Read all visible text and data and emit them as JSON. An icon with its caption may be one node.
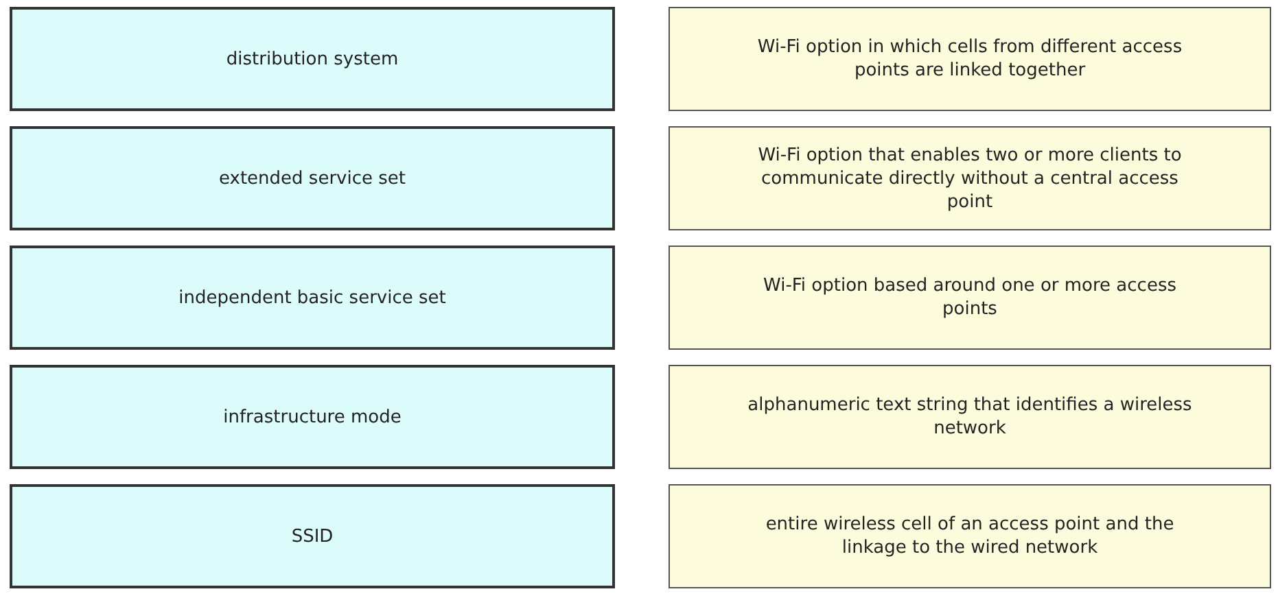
{
  "diagram": {
    "nodes": [
      {
        "text": [
          "distribution system"
        ]
      },
      {
        "text": [
          "Wi-Fi option in which cells from different access points are linked together"
        ]
      },
      {
        "text": [
          "extended service set"
        ]
      },
      {
        "text": [
          "Wi-Fi option that enables two or more clients to communicate directly without a central access point"
        ]
      },
      {
        "text": [
          "independent basic service set"
        ]
      },
      {
        "text": [
          "Wi-Fi option based around one or more access points"
        ]
      },
      {
        "text": [
          "infrastructure mode"
        ]
      },
      {
        "text": [
          "alphanumeric text string that identifies a wireless network"
        ]
      },
      {
        "text": [
          "SSID"
        ]
      },
      {
        "text": [
          "entire wireless cell of an access point and the linkage to the wired network"
        ]
      }
    ]
  }
}
